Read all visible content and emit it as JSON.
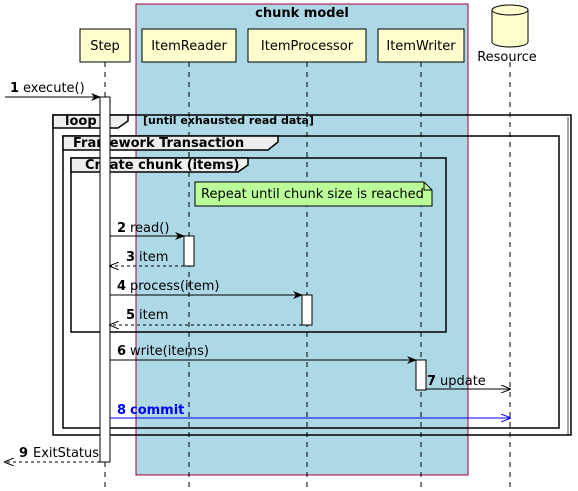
{
  "colors": {
    "participant_fill": "#fefece",
    "box_fill": "#add8e6",
    "box_border": "#a80036",
    "note_fill": "#bbff99",
    "activation_fill": "#ffffff",
    "commit_color": "#0000ff",
    "frame_header": "#eeeeee"
  },
  "box": {
    "title": "chunk model"
  },
  "participants": [
    {
      "label": "Step"
    },
    {
      "label": "ItemReader"
    },
    {
      "label": "ItemProcessor"
    },
    {
      "label": "ItemWriter"
    },
    {
      "label": "Resource"
    }
  ],
  "frames": {
    "loop": {
      "title": "loop",
      "condition": "[until exhausted read data]"
    },
    "transaction": {
      "title": "Framework Transaction"
    },
    "chunk": {
      "title": "Create chunk (items)"
    }
  },
  "note": {
    "text": "Repeat until chunk size is reached"
  },
  "messages": [
    {
      "num": "1",
      "label": "execute()"
    },
    {
      "num": "2",
      "label": "read()"
    },
    {
      "num": "3",
      "label": "item"
    },
    {
      "num": "4",
      "label": "process(item)"
    },
    {
      "num": "5",
      "label": "item"
    },
    {
      "num": "6",
      "label": "write(items)"
    },
    {
      "num": "7",
      "label": "update"
    },
    {
      "num": "8",
      "label": "commit"
    },
    {
      "num": "9",
      "label": "ExitStatus"
    }
  ]
}
